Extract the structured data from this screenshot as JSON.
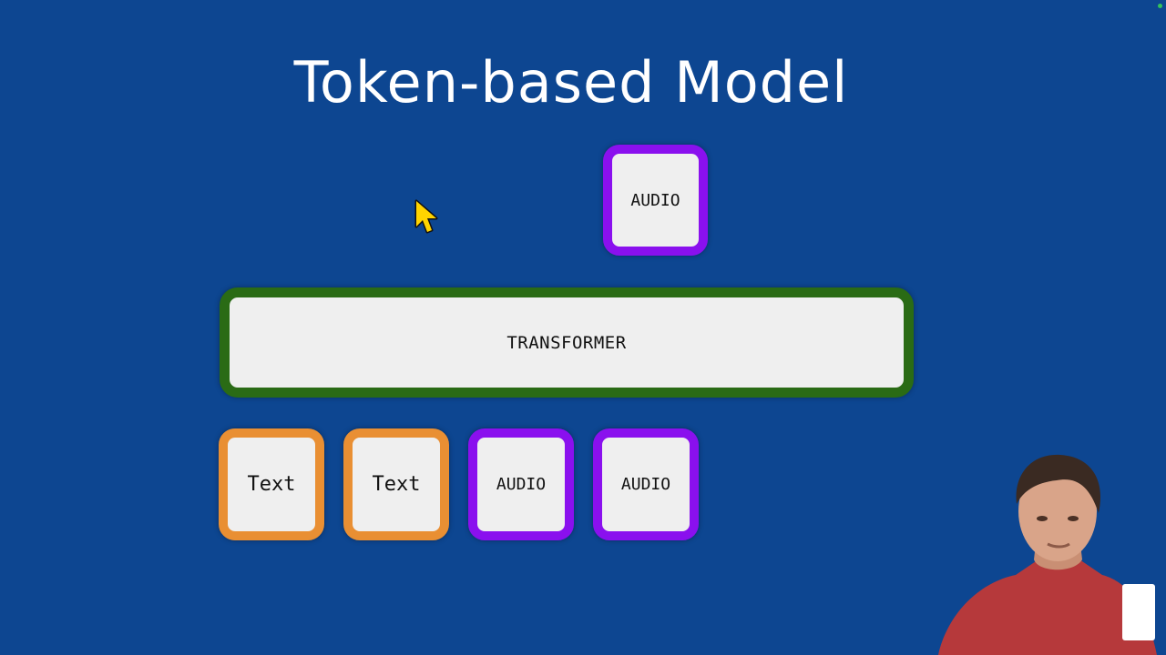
{
  "slide": {
    "title": "Token-based Model",
    "output_token": "AUDIO",
    "transformer_label": "TRANSFORMER",
    "input_tokens": [
      {
        "label": "Text",
        "kind": "text"
      },
      {
        "label": "Text",
        "kind": "text"
      },
      {
        "label": "AUDIO",
        "kind": "audio"
      },
      {
        "label": "AUDIO",
        "kind": "audio"
      }
    ]
  },
  "colors": {
    "background": "#0d4691",
    "audio_border": "#8a10ee",
    "text_border": "#e98f33",
    "transformer_border": "#2a6b15",
    "box_fill": "#efefef"
  },
  "icons": {
    "cursor": "mouse-pointer-icon",
    "status": "recording-dot-icon"
  }
}
